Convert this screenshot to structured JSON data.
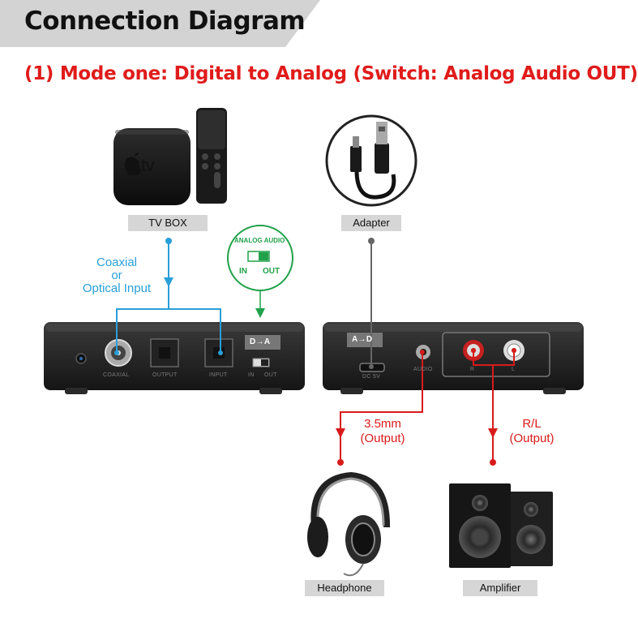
{
  "header": {
    "title": "Connection Diagram"
  },
  "mode": {
    "title": "(1) Mode one: Digital to Analog (Switch: Analog Audio OUT)"
  },
  "devices": {
    "tv_box": {
      "tag": "TV BOX",
      "logo": "tv"
    },
    "adapter": {
      "tag": "Adapter"
    },
    "headphone": {
      "tag": "Headphone"
    },
    "amplifier": {
      "tag": "Amplifier"
    }
  },
  "labels": {
    "input_line1": "Coaxial",
    "input_line2": "or",
    "input_line3": "Optical Input",
    "out35_line1": "3.5mm",
    "out35_line2": "(Output)",
    "outrl_line1": "R/L",
    "outrl_line2": "(Output)"
  },
  "switch_callout": {
    "title": "ANALOG AUDIO",
    "in": "IN",
    "out": "OUT"
  },
  "front_ports": {
    "coaxial": "COAXIAL",
    "output": "OUTPUT",
    "input": "INPUT",
    "in": "IN",
    "out": "OUT",
    "badge": "D→A"
  },
  "rear_ports": {
    "dc": "DC 5V",
    "audio": "AUDIO",
    "r": "R",
    "l": "L",
    "badge": "A→D"
  },
  "colors": {
    "signal_blue": "#2a9fd8",
    "signal_red": "#d81b1b",
    "switch_green": "#21a14a",
    "tag_gray": "#d6d6d6"
  },
  "icons": [
    "apple-icon",
    "usb-cable-icon",
    "headphone-icon",
    "speaker-icon",
    "switch-icon",
    "power-icon",
    "rca-port-icon",
    "optical-port-icon"
  ]
}
